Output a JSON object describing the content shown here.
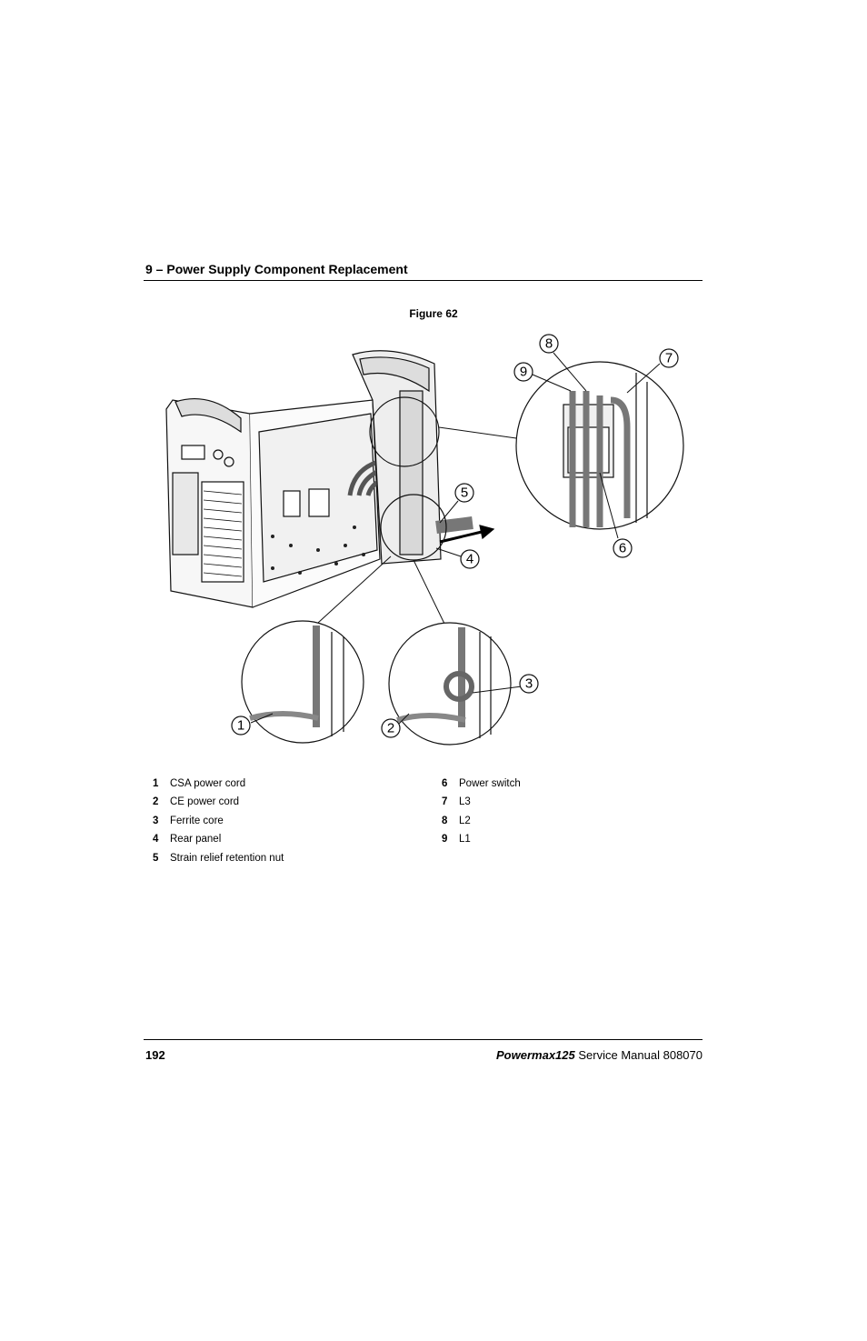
{
  "header": {
    "title": "9 – Power Supply Component Replacement"
  },
  "figure": {
    "caption": "Figure 62",
    "callouts": [
      "1",
      "2",
      "3",
      "4",
      "5",
      "6",
      "7",
      "8",
      "9"
    ]
  },
  "legend": {
    "left": [
      {
        "num": "1",
        "label": "CSA power cord"
      },
      {
        "num": "2",
        "label": "CE power cord"
      },
      {
        "num": "3",
        "label": "Ferrite core"
      },
      {
        "num": "4",
        "label": "Rear panel"
      },
      {
        "num": "5",
        "label": "Strain relief retention nut"
      }
    ],
    "right": [
      {
        "num": "6",
        "label": "Power switch"
      },
      {
        "num": "7",
        "label": "L3"
      },
      {
        "num": "8",
        "label": "L2"
      },
      {
        "num": "9",
        "label": "L1"
      }
    ]
  },
  "footer": {
    "page_number": "192",
    "product": "Powermax125",
    "doc_title": "Service Manual",
    "doc_number": "808070"
  }
}
